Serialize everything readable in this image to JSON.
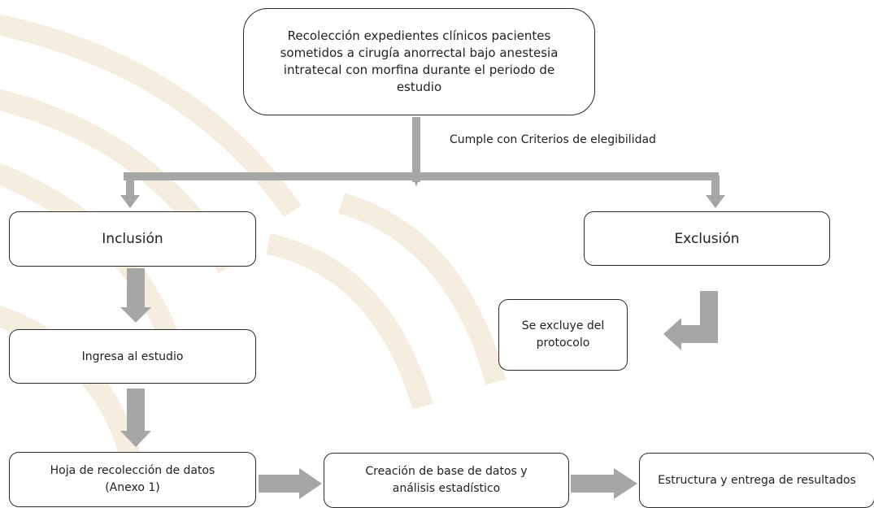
{
  "nodes": {
    "start": {
      "text": "Recolección expedientes clínicos pacientes\nsometidos a cirugía anorrectal bajo anestesia\nintratecal con morfina durante el periodo de\nestudio"
    },
    "inclusion": {
      "text": "Inclusión"
    },
    "exclusion": {
      "text": "Exclusión"
    },
    "excluded": {
      "text": "Se excluye del\nprotocolo"
    },
    "enters": {
      "text": "Ingresa al estudio"
    },
    "data_sheet": {
      "text": "Hoja de recolección de datos\n(Anexo 1)"
    },
    "database": {
      "text": "Creación de base de datos y\nanálisis estadístico"
    },
    "results": {
      "text": "Estructura y entrega de resultados"
    }
  },
  "edge_labels": {
    "eligibility": "Cumple con Criterios de elegibilidad"
  },
  "colors": {
    "arrow": "#a6a6a6",
    "border": "#2b2b2b",
    "watermark": "#f3ead8"
  },
  "edges": [
    {
      "from": "start",
      "to": "inclusion",
      "label": "eligibility"
    },
    {
      "from": "start",
      "to": "exclusion",
      "label": "eligibility"
    },
    {
      "from": "exclusion",
      "to": "excluded"
    },
    {
      "from": "inclusion",
      "to": "enters"
    },
    {
      "from": "enters",
      "to": "data_sheet"
    },
    {
      "from": "data_sheet",
      "to": "database"
    },
    {
      "from": "database",
      "to": "results"
    }
  ]
}
